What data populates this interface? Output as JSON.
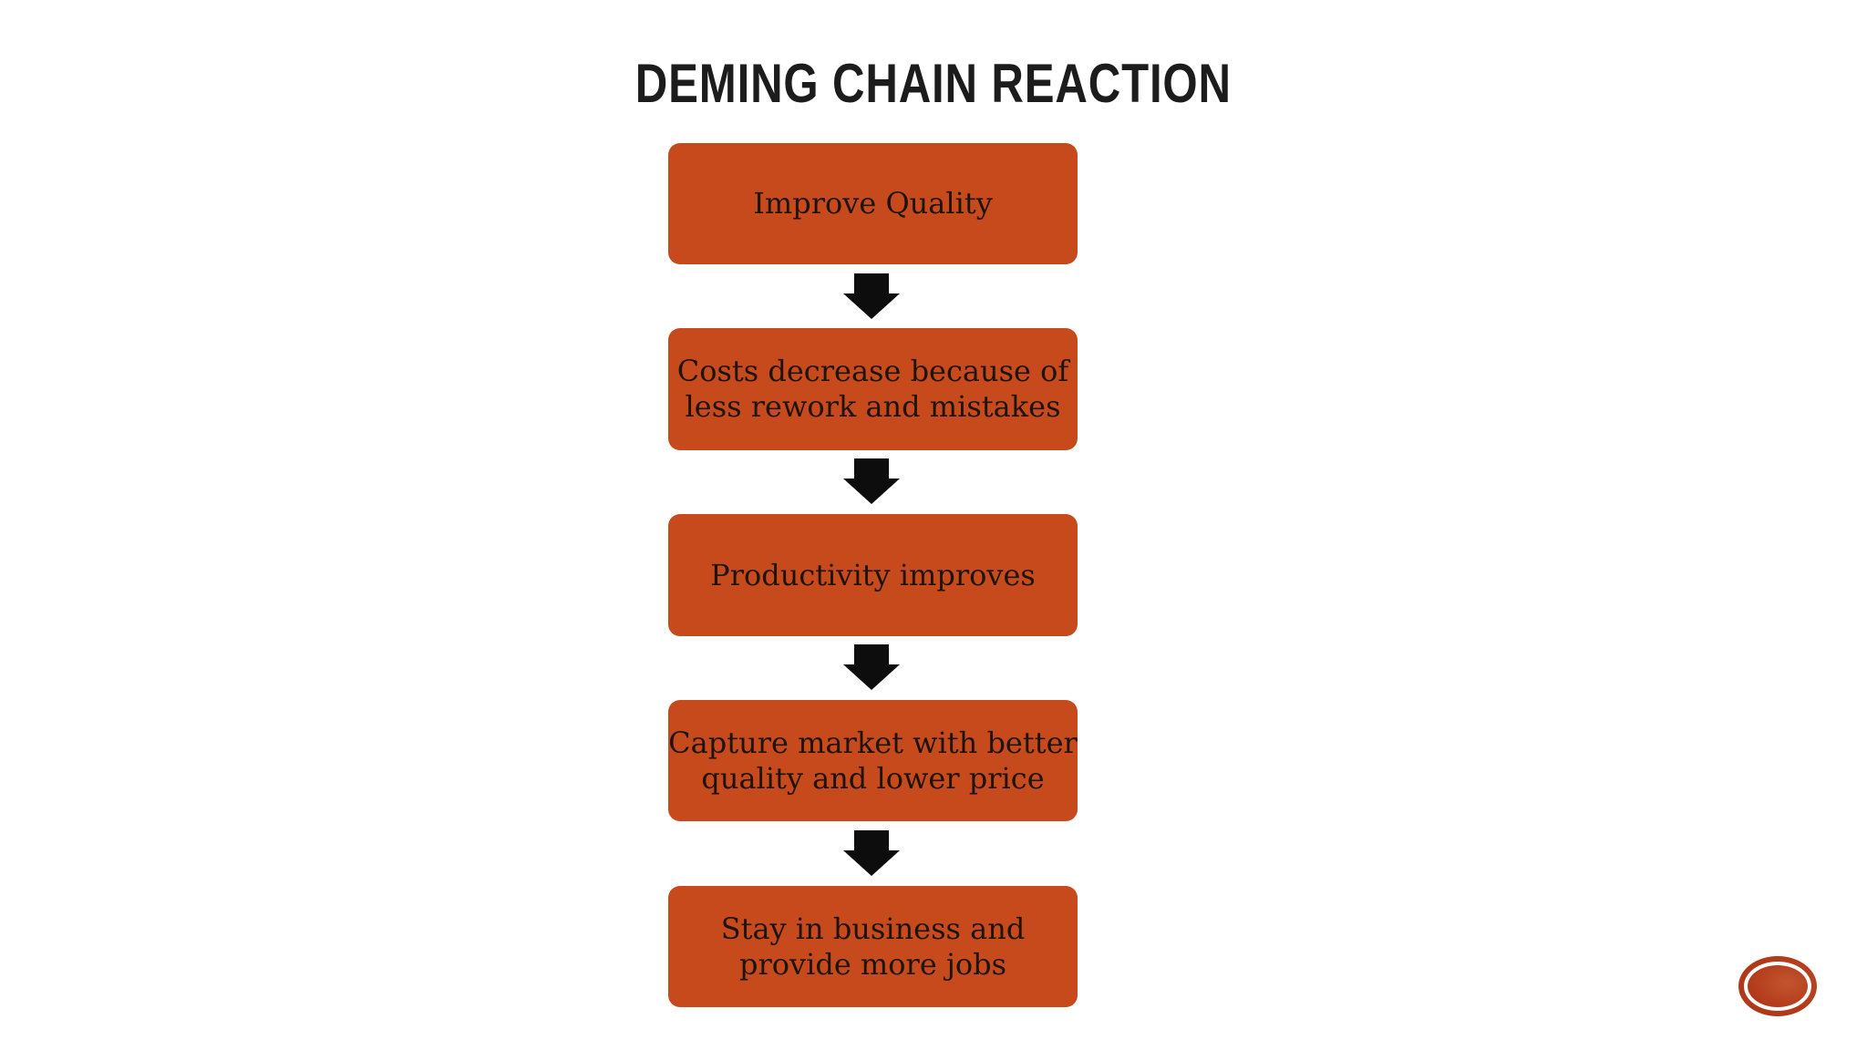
{
  "slide": {
    "title": "DEMING CHAIN REACTION",
    "steps": [
      {
        "text": "Improve Quality",
        "line1": "Improve Quality"
      },
      {
        "text": "Costs decrease because of less rework and mistakes",
        "line1": "Costs decrease because of",
        "line2": "less rework and mistakes"
      },
      {
        "text": "Productivity improves",
        "line1": "Productivity improves"
      },
      {
        "text": "Capture market with better quality and lower price",
        "line1": "Capture market with better",
        "line2": "quality and lower price"
      },
      {
        "text": "Stay in business and provide more jobs",
        "line1": "Stay in business and",
        "line2": "provide more jobs"
      }
    ],
    "connector_icon": "arrow-down",
    "logo_icon": "red-oval-stamp",
    "colors": {
      "background": "#ffffff",
      "box_fill": "#c74a1c",
      "box_text": "#1e140e",
      "title_text": "#1c1c1c",
      "arrow_black": "#0d0d0d",
      "stamp_red": "#b23a1b",
      "stamp_ring": "#ffffff"
    }
  }
}
